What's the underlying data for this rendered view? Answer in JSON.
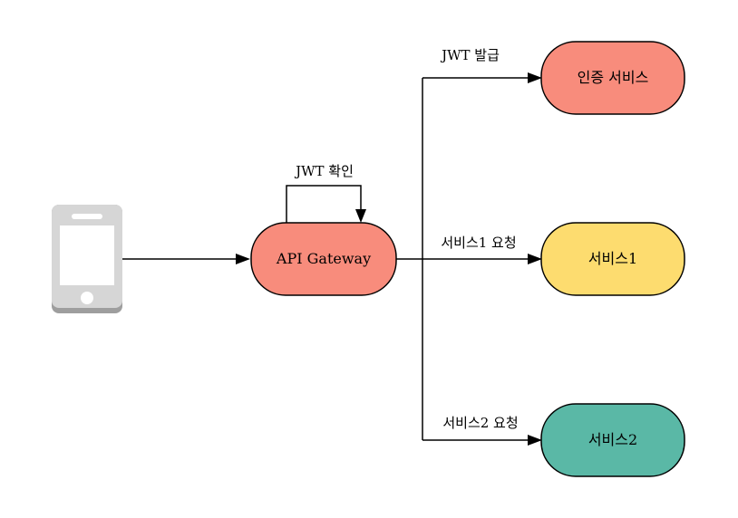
{
  "nodes": {
    "client": {
      "icon": "mobile-phone-icon"
    },
    "gateway": {
      "label": "API Gateway",
      "color": "#F88C7C"
    },
    "auth": {
      "label": "인증 서비스",
      "color": "#F88C7C"
    },
    "service1": {
      "label": "서비스1",
      "color": "#FDDC6F"
    },
    "service2": {
      "label": "서비스2",
      "color": "#5AB8A6"
    }
  },
  "edges": {
    "self_loop": {
      "label": "JWT 확인"
    },
    "to_auth": {
      "label": "JWT 발급"
    },
    "to_service1": {
      "label": "서비스1 요청"
    },
    "to_service2": {
      "label": "서비스2 요청"
    }
  }
}
